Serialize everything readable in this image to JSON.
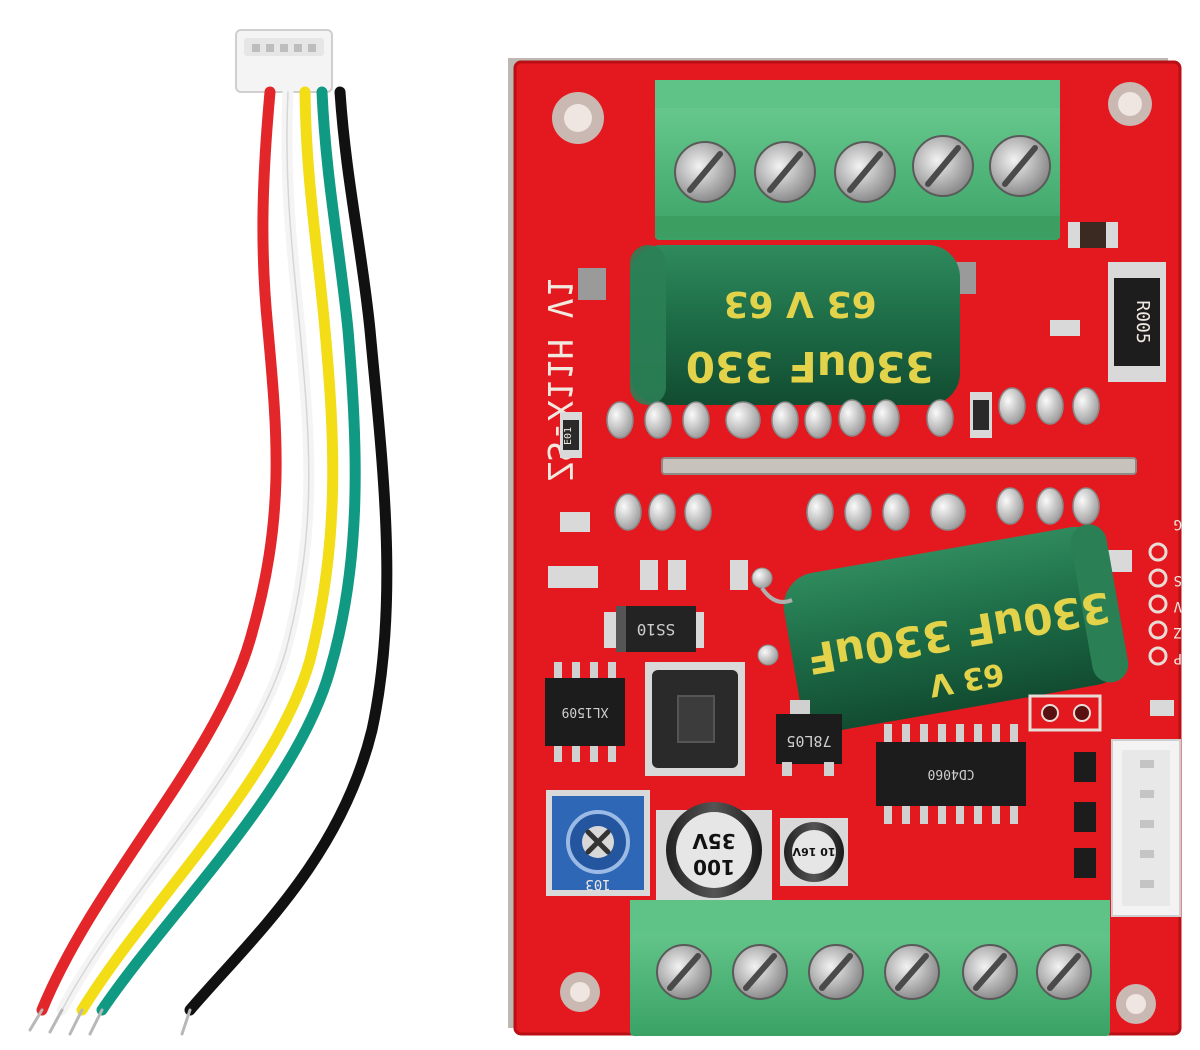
{
  "photo": {
    "board_marking": "ZS-X11H V1",
    "capacitor_top": {
      "label": "330uF 330",
      "voltage": "63 V 63"
    },
    "capacitor_bottom": {
      "label": "330uF 330uF",
      "voltage": "63 V"
    },
    "capacitor_small_1": {
      "label": "100",
      "voltage": "35V"
    },
    "capacitor_small_2": {
      "label": "10 16V"
    },
    "resistor": "R005",
    "diode": "SS10",
    "regulator": "78L05",
    "potentiometer": "103",
    "chip_left": "XL1509",
    "chip_right": "CD4060",
    "smd_small": "E01",
    "pin_labels": [
      "G",
      "S",
      "V",
      "Z",
      "P"
    ],
    "wire_colors": [
      "#e3262a",
      "#f4f4f4",
      "#f2dd17",
      "#119a83",
      "#111111"
    ],
    "pcb_color": "#e3191f",
    "terminal_color": "#4fb779"
  }
}
